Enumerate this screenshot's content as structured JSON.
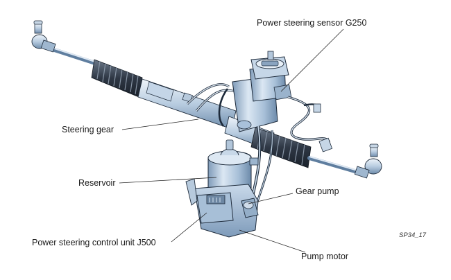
{
  "labels": {
    "power_steering_sensor": "Power steering sensor G250",
    "steering_gear": "Steering gear",
    "reservoir": "Reservoir",
    "gear_pump": "Gear pump",
    "control_unit": "Power steering control unit J500",
    "pump_motor": "Pump motor"
  },
  "figure_id": "SP34_17",
  "colors": {
    "metal_light": "#d9e6f3",
    "metal_mid": "#a9c1da",
    "metal_dark": "#5f7e9f",
    "boot_dark": "#3b4552",
    "outline": "#1d2a3a",
    "leader_line": "#222222"
  }
}
